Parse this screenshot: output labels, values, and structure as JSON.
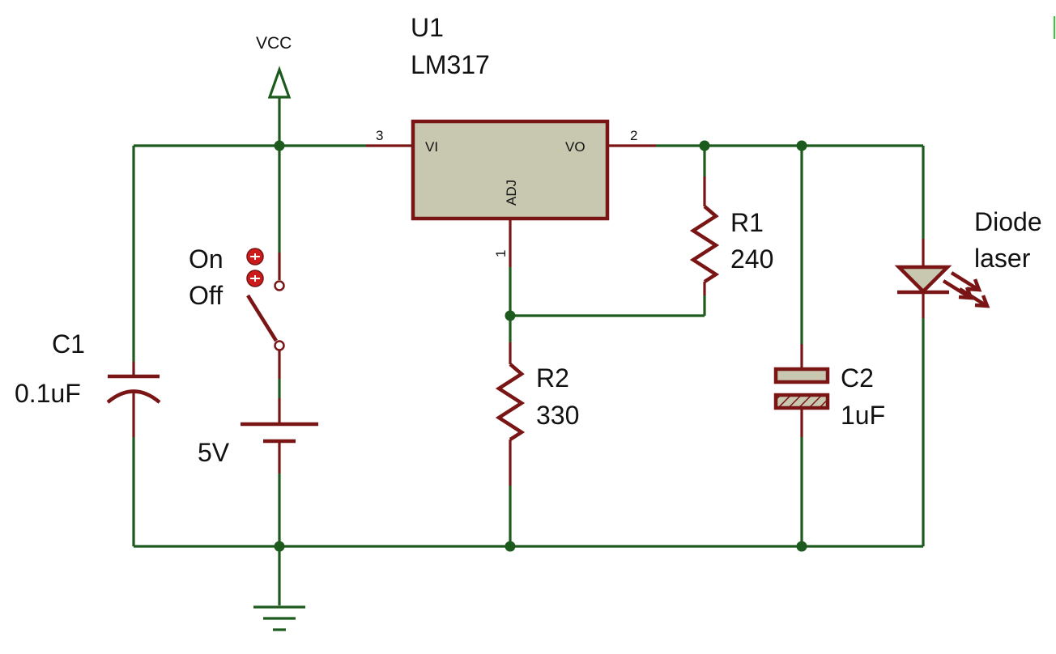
{
  "regulator": {
    "ref": "U1",
    "part": "LM317",
    "pin_vi": "VI",
    "pin_vo": "VO",
    "pin_adj": "ADJ",
    "pin3": "3",
    "pin2": "2",
    "pin1": "1"
  },
  "supply": {
    "label": "VCC"
  },
  "switch": {
    "on_label": "On",
    "off_label": "Off"
  },
  "battery": {
    "value": "5V"
  },
  "c1": {
    "ref": "C1",
    "value": "0.1uF"
  },
  "r1": {
    "ref": "R1",
    "value": "240"
  },
  "r2": {
    "ref": "R2",
    "value": "330"
  },
  "c2": {
    "ref": "C2",
    "value": "1uF"
  },
  "laser": {
    "line1": "Diode",
    "line2": "laser"
  },
  "colors": {
    "wire": "#1d5a1d",
    "component": "#7a1515",
    "ic_fill": "#c8c8b0",
    "background": "#ffffff"
  }
}
